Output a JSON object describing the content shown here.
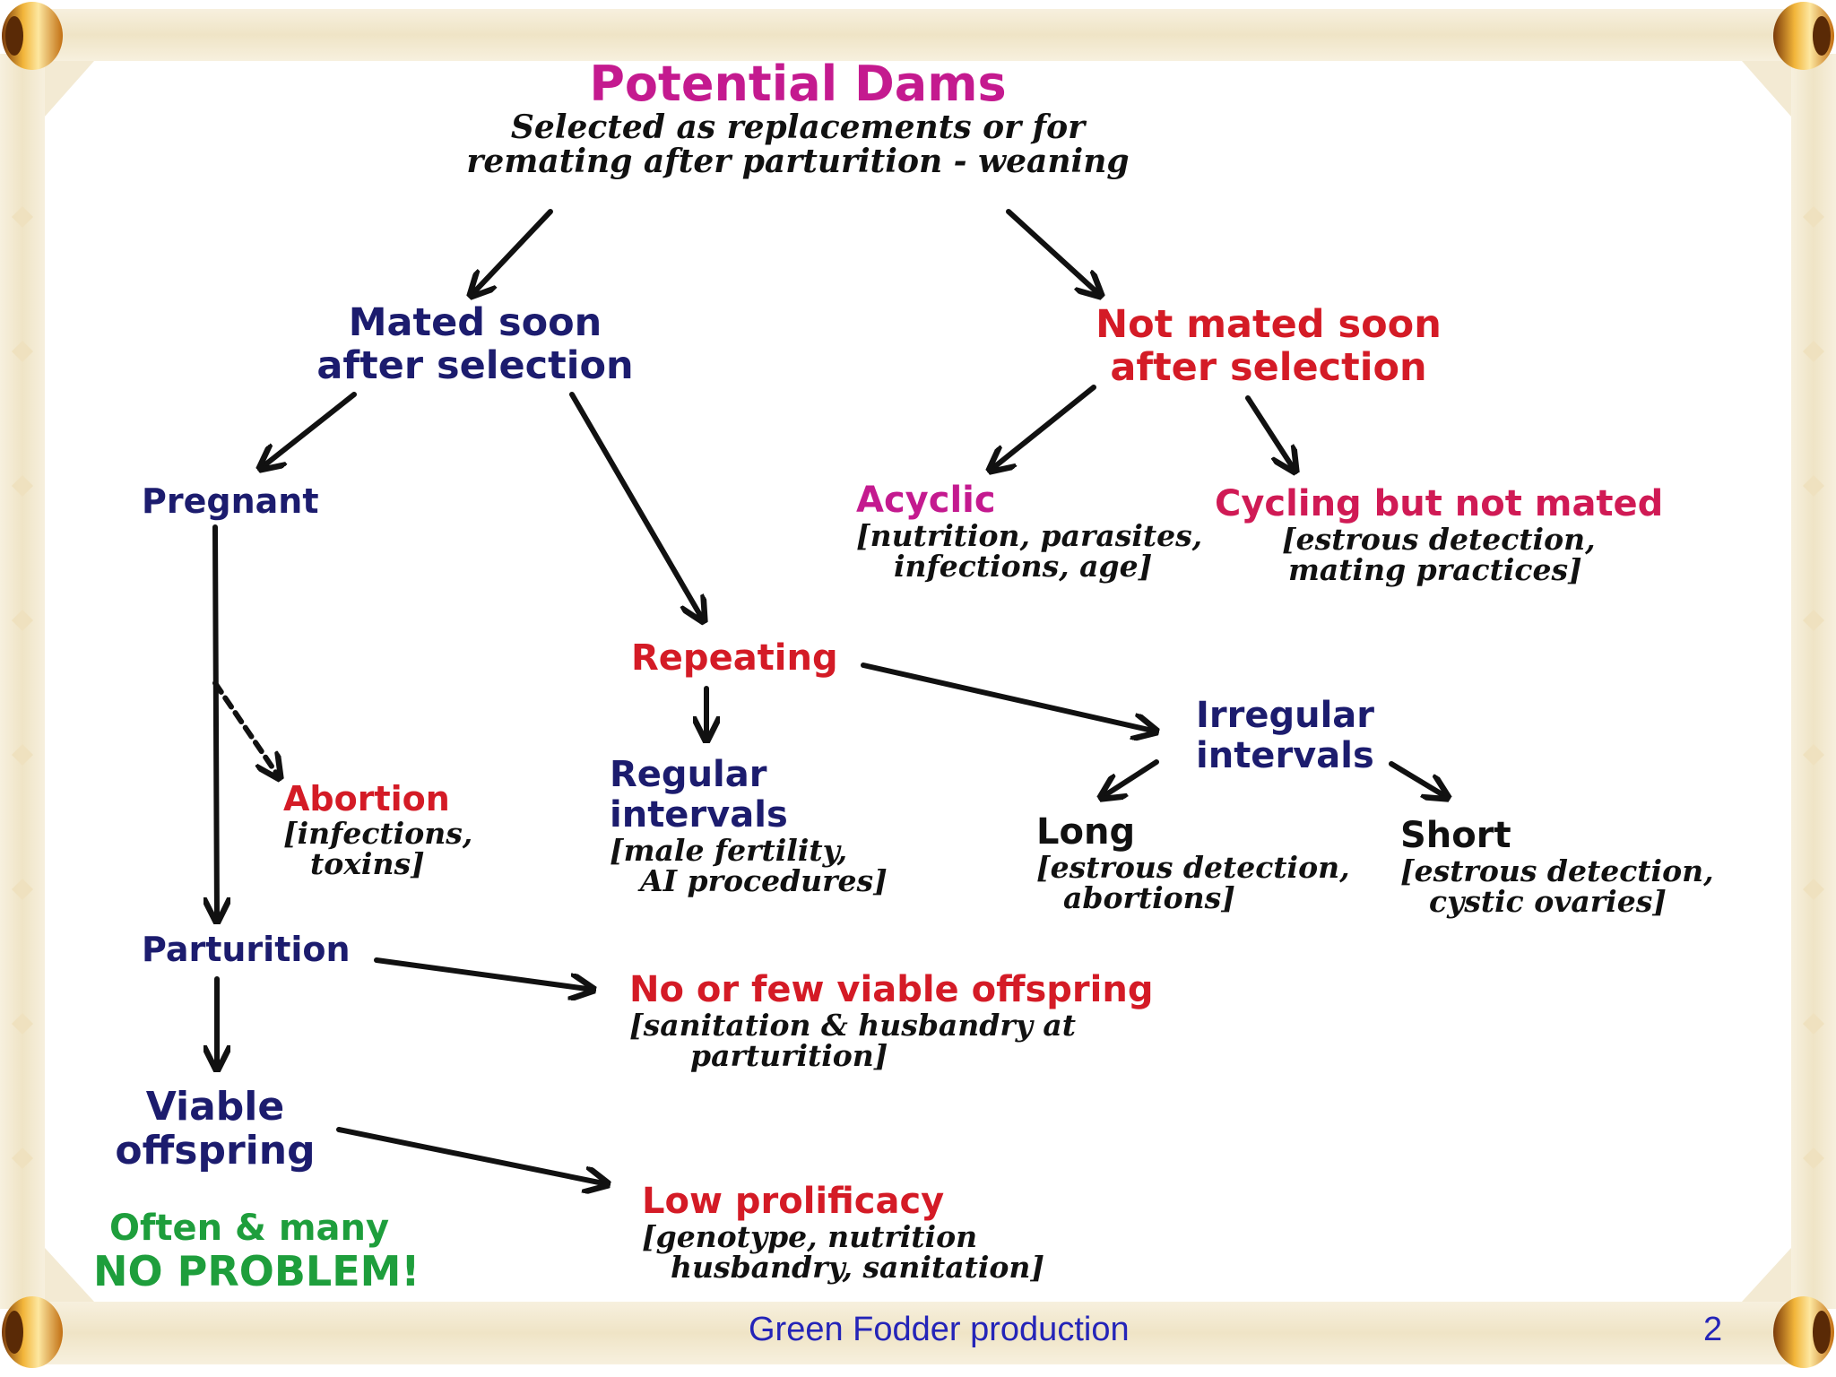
{
  "slide": {
    "footer_title": "Green Fodder production",
    "page_number": "2"
  },
  "nodes": {
    "root": {
      "title": "Potential Dams",
      "line1": "Selected as replacements or for",
      "line2": "remating after parturition - weaning"
    },
    "mated": {
      "line1": "Mated soon",
      "line2": "after selection"
    },
    "not_mated": {
      "line1": "Not mated soon",
      "line2": "after selection"
    },
    "acyclic": {
      "title": "Acyclic",
      "note1": "[nutrition, parasites,",
      "note2": "infections, age]"
    },
    "cycling": {
      "title": "Cycling but not mated",
      "note1": "[estrous detection,",
      "note2": "mating practices]"
    },
    "pregnant": {
      "title": "Pregnant"
    },
    "repeating": {
      "title": "Repeating"
    },
    "regular": {
      "line1": "Regular",
      "line2": "intervals",
      "note1": "[male fertility,",
      "note2": "AI procedures]"
    },
    "irregular": {
      "line1": "Irregular",
      "line2": "intervals"
    },
    "long": {
      "title": "Long",
      "note1": "[estrous detection,",
      "note2": "abortions]"
    },
    "short": {
      "title": "Short",
      "note1": "[estrous detection,",
      "note2": "cystic ovaries]"
    },
    "abortion": {
      "title": "Abortion",
      "note1": "[infections,",
      "note2": "toxins]"
    },
    "parturition": {
      "title": "Parturition"
    },
    "no_viable": {
      "title": "No or few viable offspring",
      "note1": "[sanitation & husbandry at",
      "note2": "parturition]"
    },
    "viable": {
      "line1": "Viable",
      "line2": "offspring",
      "extra1": "Often & many",
      "extra2": "NO PROBLEM!"
    },
    "low_prolificacy": {
      "title": "Low prolificacy",
      "note1": "[genotype, nutrition",
      "note2": "husbandry, sanitation]"
    }
  },
  "colors": {
    "navy": "#1c1c6e",
    "red": "#d41b26",
    "magenta": "#c41a8f",
    "green": "#1e9e3c",
    "footer_blue": "#2424b8",
    "frame_beige": "#f3ead3",
    "roll_gold": "#e8a21e"
  },
  "icons": [
    "scroll-roll-icon"
  ]
}
